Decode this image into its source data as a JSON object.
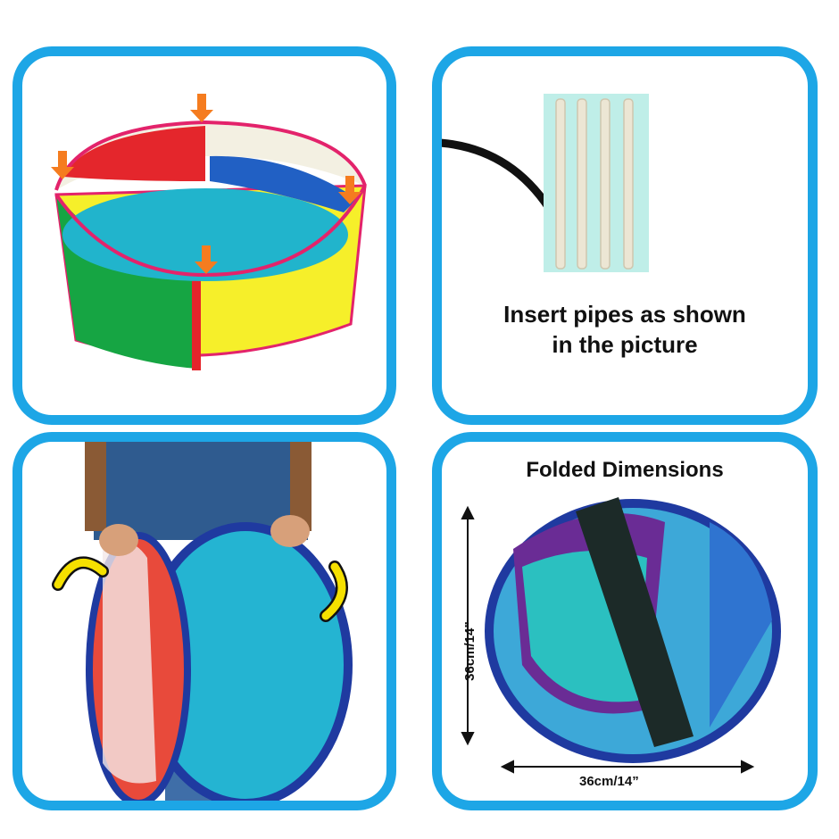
{
  "instruction": {
    "line1": "Insert pipes as shown",
    "line2": "in the picture"
  },
  "folded": {
    "title": "Folded Dimensions",
    "height_label": "36cm/14”",
    "width_label": "36cm/14”"
  },
  "colors": {
    "panel_border": "#1da6e6",
    "arrow_orange": "#f57c1f",
    "arrow_yellow": "#f5e000",
    "trim_pink": "#e3236b"
  }
}
